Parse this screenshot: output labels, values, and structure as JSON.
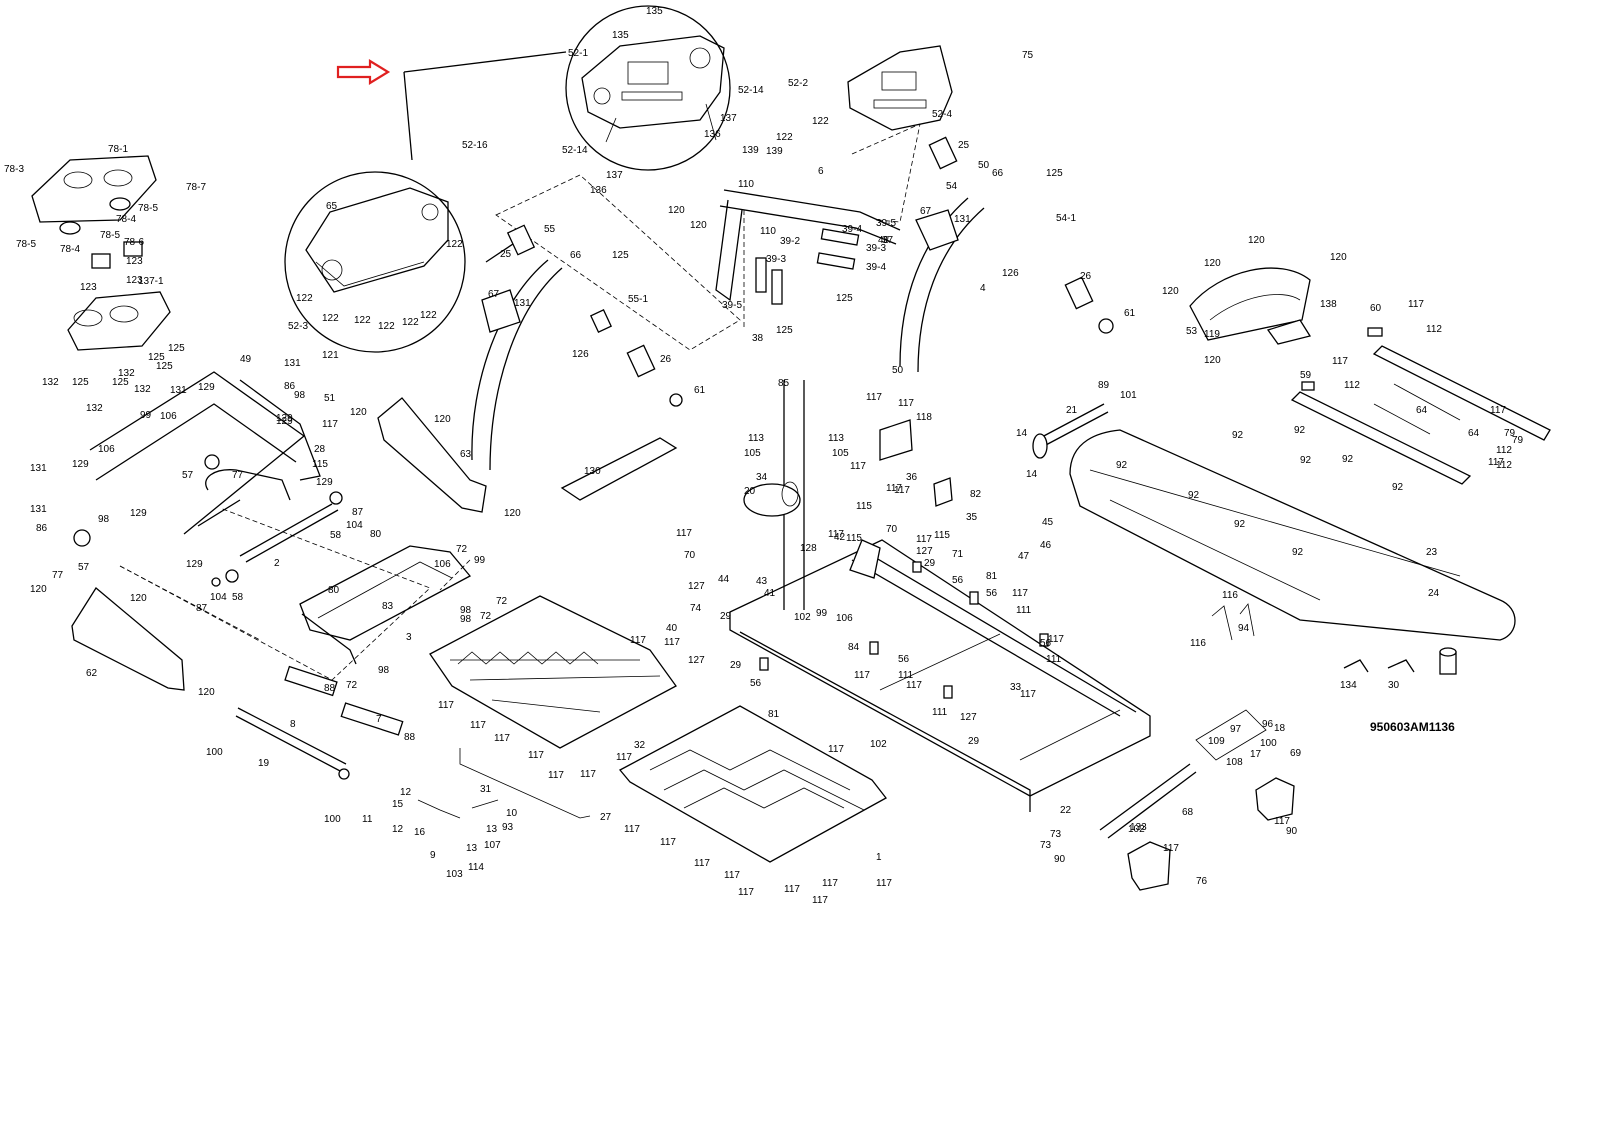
{
  "diagram": {
    "reference_code": "950603AM1136",
    "callout_arrow_color": "#e02020",
    "labels": [
      "135",
      "135",
      "52-1",
      "52-14",
      "137",
      "136",
      "52-14",
      "137",
      "136",
      "52-2",
      "122",
      "122",
      "52-4",
      "75",
      "52-16",
      "65",
      "122",
      "122",
      "122",
      "122",
      "122",
      "122",
      "122",
      "121",
      "52-3",
      "78-1",
      "78-3",
      "78-7",
      "78-4",
      "78-5",
      "78-5",
      "78-4",
      "78-5",
      "78-6",
      "123",
      "123",
      "123",
      "137-1",
      "125",
      "125",
      "132",
      "125",
      "125",
      "125",
      "132",
      "132",
      "132",
      "49",
      "131",
      "86",
      "98",
      "129",
      "51",
      "117",
      "129",
      "106",
      "99",
      "131",
      "129",
      "28",
      "115",
      "129",
      "106",
      "131",
      "129",
      "131",
      "129",
      "86",
      "57",
      "77",
      "57",
      "98",
      "129",
      "77",
      "2",
      "58",
      "104",
      "87",
      "58",
      "87",
      "104",
      "98",
      "120",
      "120",
      "63",
      "120",
      "80",
      "72",
      "106",
      "99",
      "72",
      "83",
      "80",
      "98",
      "72",
      "3",
      "72",
      "98",
      "120",
      "120",
      "62",
      "120",
      "88",
      "8",
      "88",
      "7",
      "100",
      "19",
      "100",
      "12",
      "15",
      "11",
      "12",
      "16",
      "9",
      "13",
      "103",
      "114",
      "31",
      "10",
      "93",
      "13",
      "107",
      "27",
      "55",
      "66",
      "125",
      "25",
      "67",
      "131",
      "55-1",
      "126",
      "26",
      "61",
      "120",
      "139",
      "139",
      "6",
      "110",
      "120",
      "110",
      "39-2",
      "39-3",
      "39-4",
      "39-5",
      "39-3",
      "39-4",
      "48",
      "37",
      "125",
      "39-5",
      "38",
      "125",
      "25",
      "50",
      "66",
      "125",
      "54",
      "67",
      "131",
      "54-1",
      "126",
      "4",
      "26",
      "61",
      "50",
      "120",
      "120",
      "120",
      "120",
      "53",
      "138",
      "120",
      "119",
      "60",
      "117",
      "112",
      "59",
      "117",
      "112",
      "85",
      "113",
      "113",
      "105",
      "105",
      "34",
      "20",
      "117",
      "115",
      "117",
      "130",
      "117",
      "117",
      "118",
      "36",
      "117",
      "70",
      "117",
      "115",
      "35",
      "71",
      "82",
      "45",
      "46",
      "47",
      "21",
      "89",
      "101",
      "14",
      "14",
      "92",
      "92",
      "92",
      "92",
      "92",
      "92",
      "92",
      "92",
      "92",
      "23",
      "24",
      "64",
      "79",
      "64",
      "117",
      "112",
      "117",
      "112",
      "79",
      "117",
      "70",
      "44",
      "43",
      "41",
      "42",
      "128",
      "117",
      "115",
      "40",
      "117",
      "74",
      "127",
      "29",
      "127",
      "29",
      "99",
      "106",
      "84",
      "102",
      "81",
      "56",
      "127",
      "29",
      "56",
      "81",
      "56",
      "117",
      "111",
      "56",
      "117",
      "111",
      "117",
      "111",
      "56",
      "117",
      "111",
      "127",
      "29",
      "33",
      "117",
      "117",
      "117",
      "117",
      "117",
      "117",
      "117",
      "117",
      "117",
      "32",
      "117",
      "117",
      "117",
      "117",
      "117",
      "117",
      "117",
      "117",
      "117",
      "117",
      "1",
      "102",
      "73",
      "90",
      "102",
      "73",
      "22",
      "68",
      "117",
      "76",
      "116",
      "116",
      "94",
      "109",
      "97",
      "96",
      "18",
      "100",
      "108",
      "17",
      "69",
      "117",
      "90",
      "133",
      "134",
      "30"
    ]
  }
}
